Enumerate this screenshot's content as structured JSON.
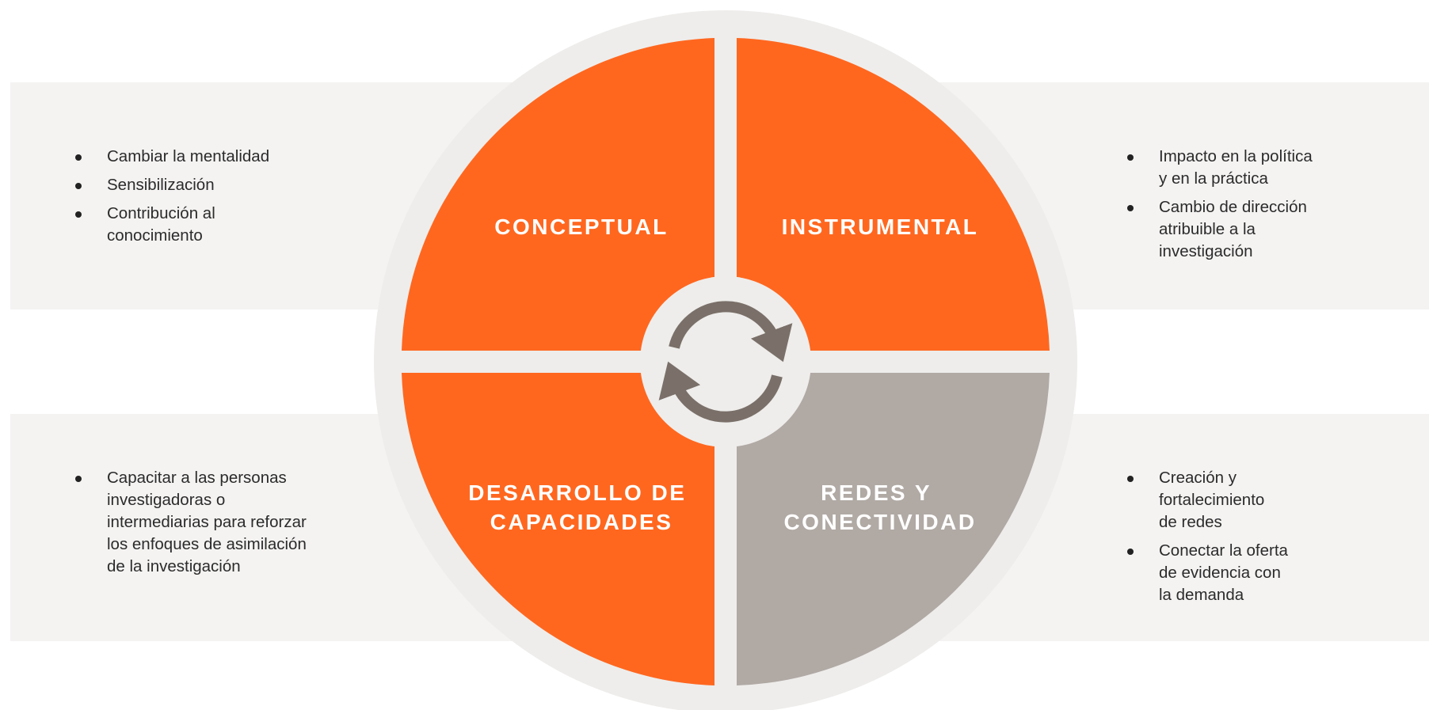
{
  "quadrants": {
    "conceptual": {
      "title": [
        "CONCEPTUAL"
      ],
      "color": "#ff671f",
      "bullets": [
        "Cambiar la mentalidad",
        "Sensibilización",
        "Contribución al\nconocimiento"
      ]
    },
    "instrumental": {
      "title": [
        "INSTRUMENTAL"
      ],
      "color": "#ff671f",
      "bullets": [
        "Impacto en la política\ny en la práctica",
        "Cambio de dirección\natribuible a la\ninvestigación"
      ]
    },
    "capacidades": {
      "title": [
        "DESARROLLO DE",
        "CAPACIDADES"
      ],
      "color": "#ff671f",
      "bullets": [
        "Capacitar a las personas\ninvestigadoras o\nintermediarias para reforzar\nlos enfoques de asimilación\nde la investigación"
      ]
    },
    "redes": {
      "title": [
        "REDES Y",
        "CONECTIVIDAD"
      ],
      "color": "#b0a9a4",
      "bullets": [
        "Creación y\nfortalecimiento\nde redes",
        "Conectar la oferta\nde evidencia con\nla demanda"
      ]
    }
  },
  "colors": {
    "orange": "#ff671f",
    "gray_quadrant": "#b0a9a4",
    "ring": "#eeedeb",
    "band": "#f4f3f2",
    "cycle_arrows": "#7a7069"
  },
  "center_icon": "cycle-arrows-icon"
}
